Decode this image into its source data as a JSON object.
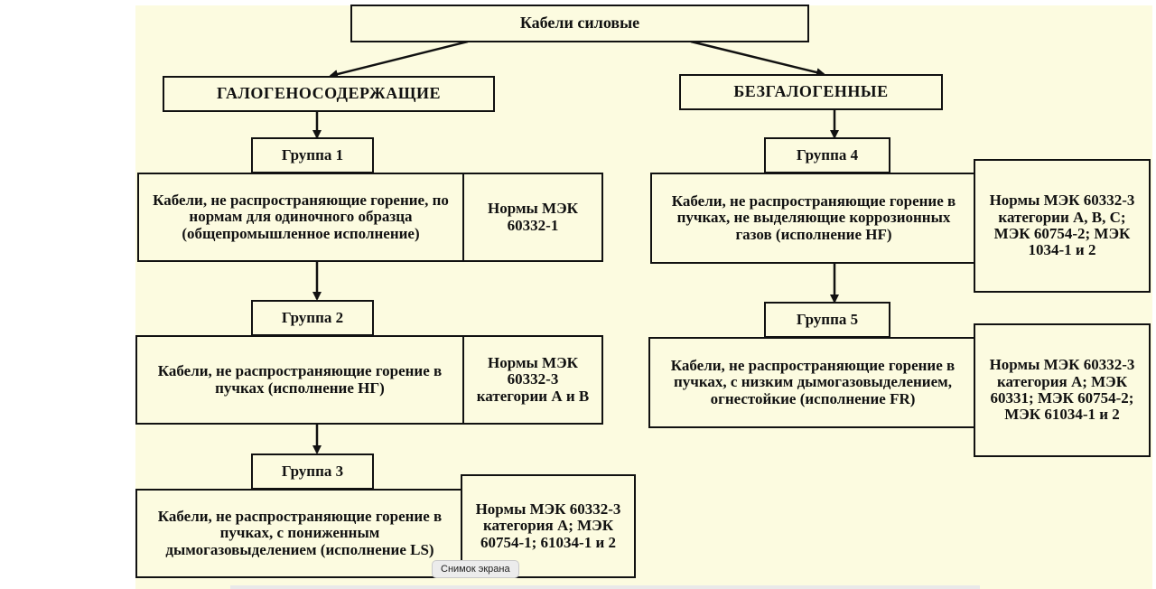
{
  "root": {
    "label": "Кабели силовые"
  },
  "categories": {
    "halogen": {
      "label": "ГАЛОГЕНОСОДЕРЖАЩИЕ"
    },
    "halogen_free": {
      "label": "БЕЗГАЛОГЕННЫЕ"
    }
  },
  "groups": [
    {
      "label": "Группа 1",
      "desc": "Кабели, не распространяющие горение, по нормам для одиночного образца (общепромышленное исполнение)",
      "norms": "Нормы МЭК 60332-1"
    },
    {
      "label": "Группа 2",
      "desc": "Кабели, не распространяющие горение в пучках (исполнение НГ)",
      "norms": "Нормы МЭК 60332-3 категории А и В"
    },
    {
      "label": "Группа 3",
      "desc": "Кабели, не распространяющие горение в пучках, с пониженным дымогазовыделением (исполнение LS)",
      "norms": "Нормы МЭК 60332-3 категория А; МЭК 60754-1; 61034-1 и 2"
    },
    {
      "label": "Группа 4",
      "desc": "Кабели, не распространяющие горение в пучках, не выделяющие коррозионных газов (исполнение HF)",
      "norms": "Нормы МЭК 60332-3 категории А, В, С; МЭК 60754-2; МЭК 1034-1 и 2"
    },
    {
      "label": "Группа 5",
      "desc": "Кабели, не распространяющие горение в пучках, с низким дымогазовыделением, огнестойкие (исполнение FR)",
      "norms": "Нормы МЭК 60332-3 категория А; МЭК 60331; МЭК 60754-2; МЭК 61034-1 и 2"
    }
  ],
  "overlay": {
    "tooltip": "Снимок экрана"
  }
}
